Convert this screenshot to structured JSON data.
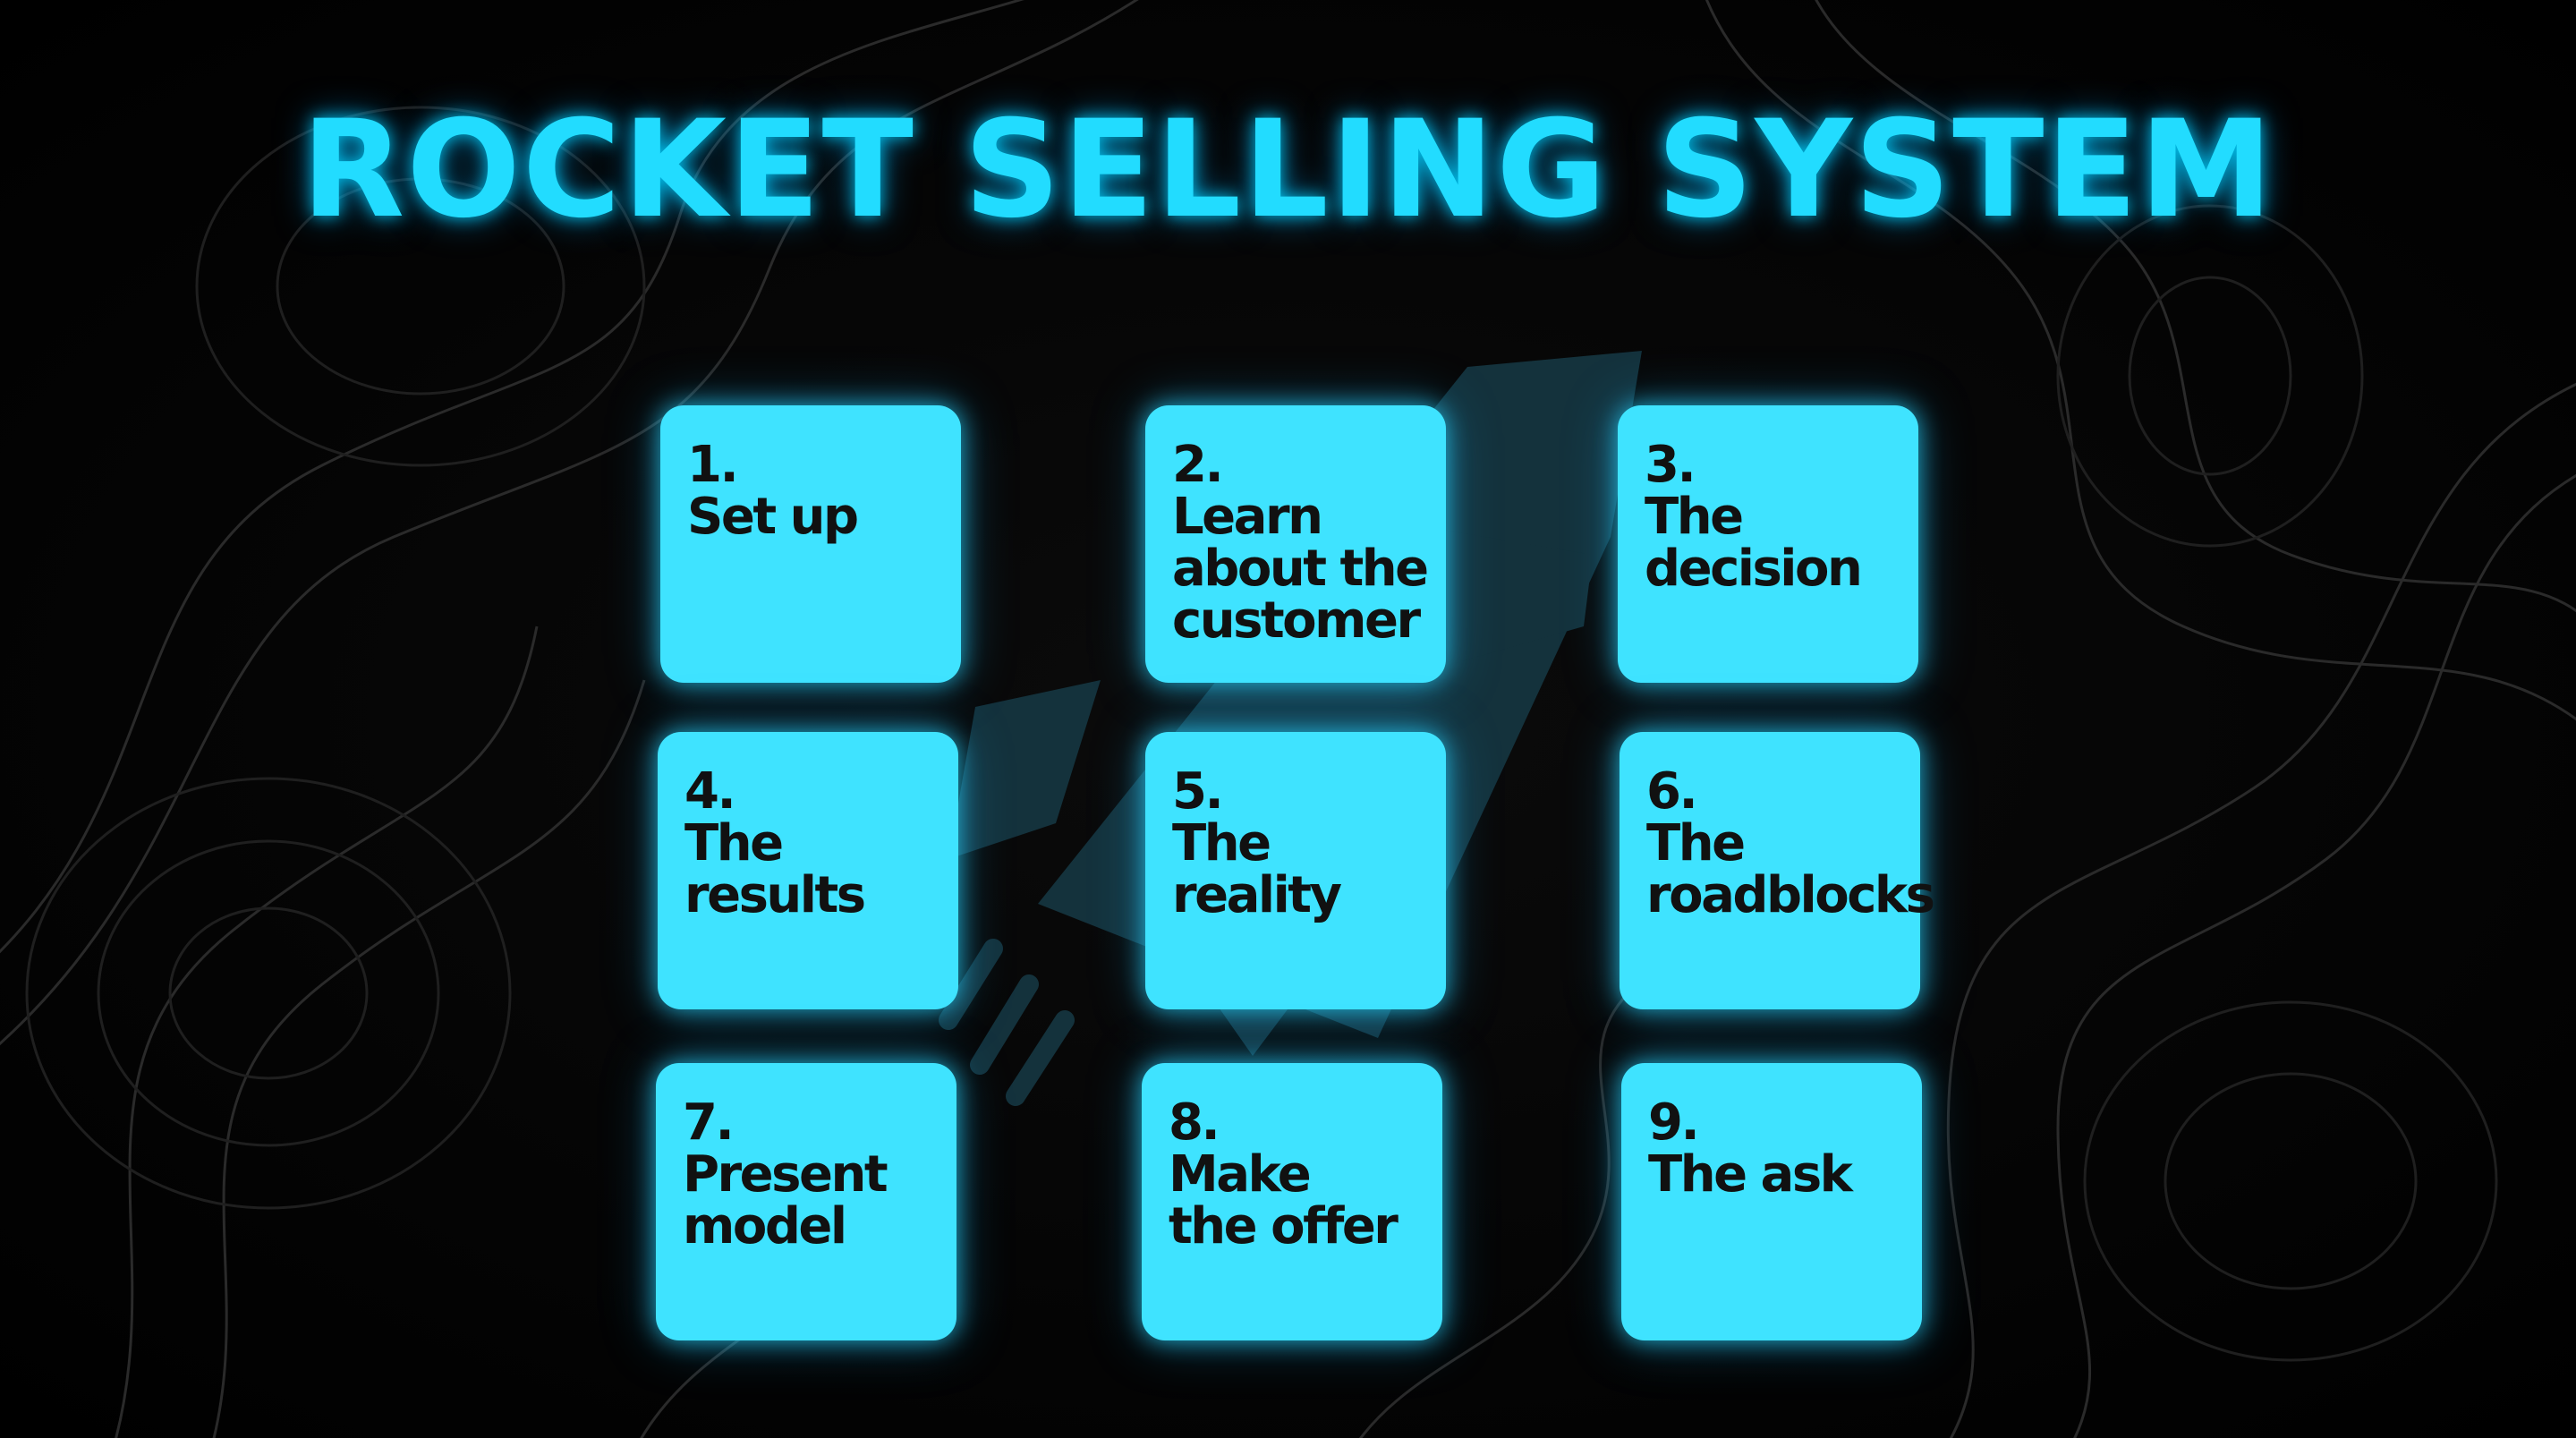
{
  "title": "ROCKET SELLING SYSTEM",
  "accent_color": "#22dcff",
  "card_color": "#3fe3ff",
  "background_color": "#000000",
  "steps": [
    {
      "number": "1.",
      "label": "Set up"
    },
    {
      "number": "2.",
      "label": "Learn\nabout the\ncustomer"
    },
    {
      "number": "3.",
      "label": "The\ndecision"
    },
    {
      "number": "4.",
      "label": "The\nresults"
    },
    {
      "number": "5.",
      "label": "The\nreality"
    },
    {
      "number": "6.",
      "label": "The\nroadblocks"
    },
    {
      "number": "7.",
      "label": "Present\nmodel"
    },
    {
      "number": "8.",
      "label": "Make\nthe offer"
    },
    {
      "number": "9.",
      "label": "The ask"
    }
  ]
}
